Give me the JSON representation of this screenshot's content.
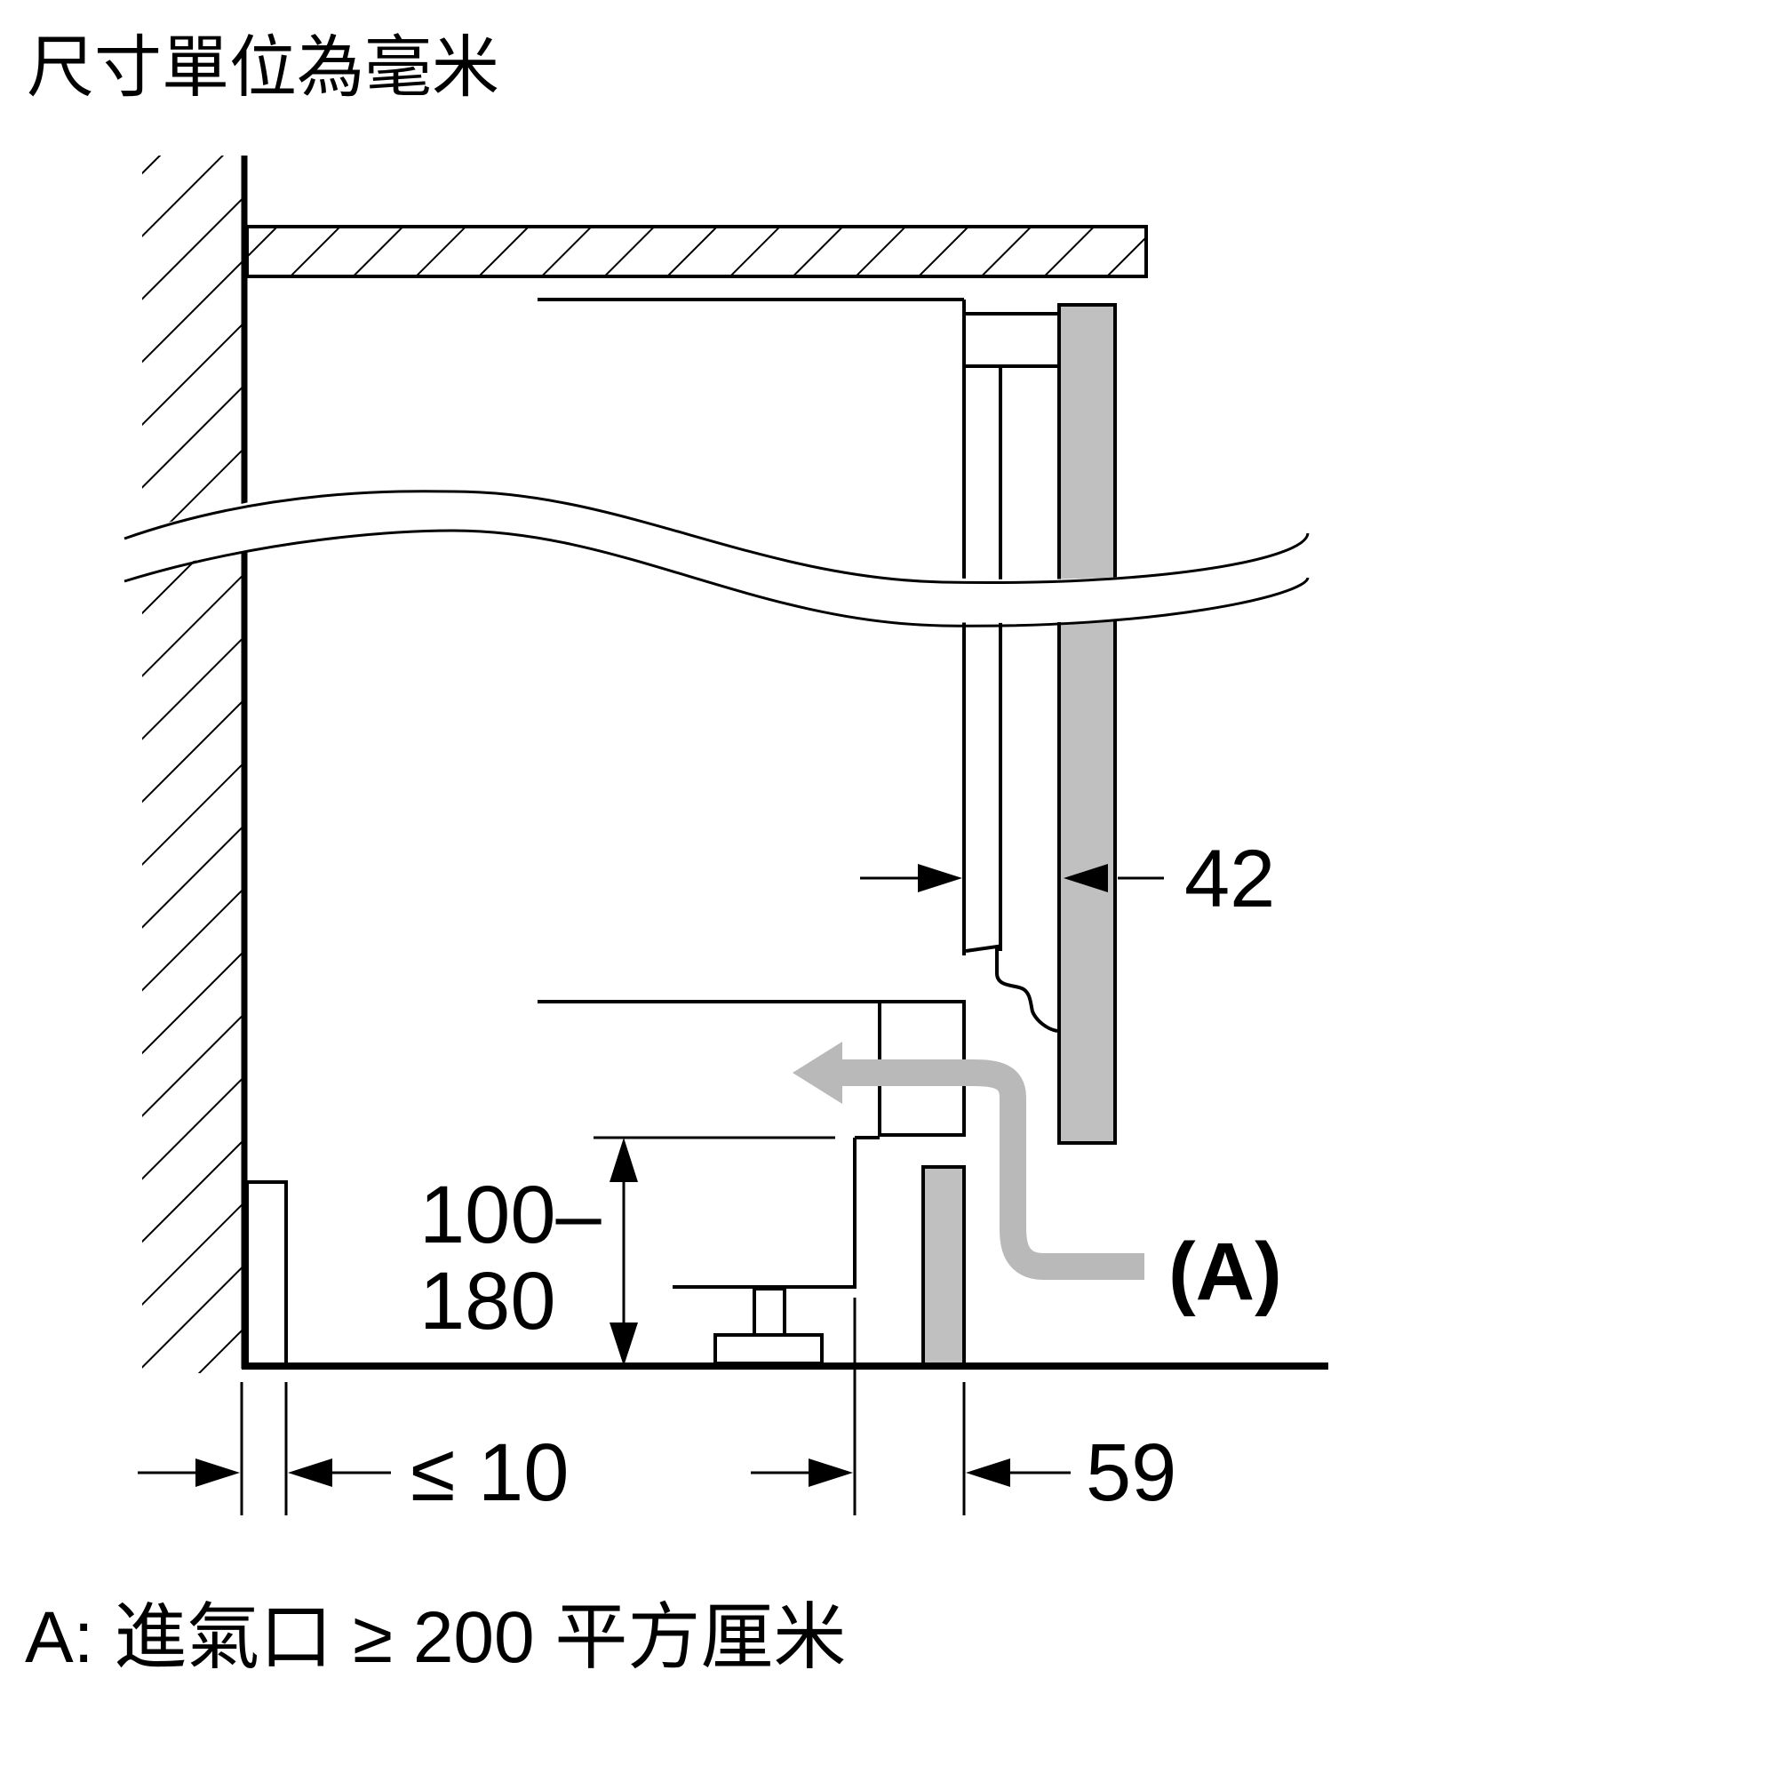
{
  "diagram": {
    "title": "尺寸單位為毫米",
    "dimensions": {
      "panel_gap": "42",
      "plinth_height_top": "100–",
      "plinth_height_bottom": "180",
      "wall_gap": "≤ 10",
      "plinth_setback": "59"
    },
    "marker_label": "(A)",
    "footnote": "A: 進氣口 ≥ 200 平方厘米",
    "colors": {
      "line": "#000000",
      "panel_fill": "#c0c0c0",
      "airflow_arrow": "#b9b9b9",
      "background": "#ffffff"
    }
  }
}
